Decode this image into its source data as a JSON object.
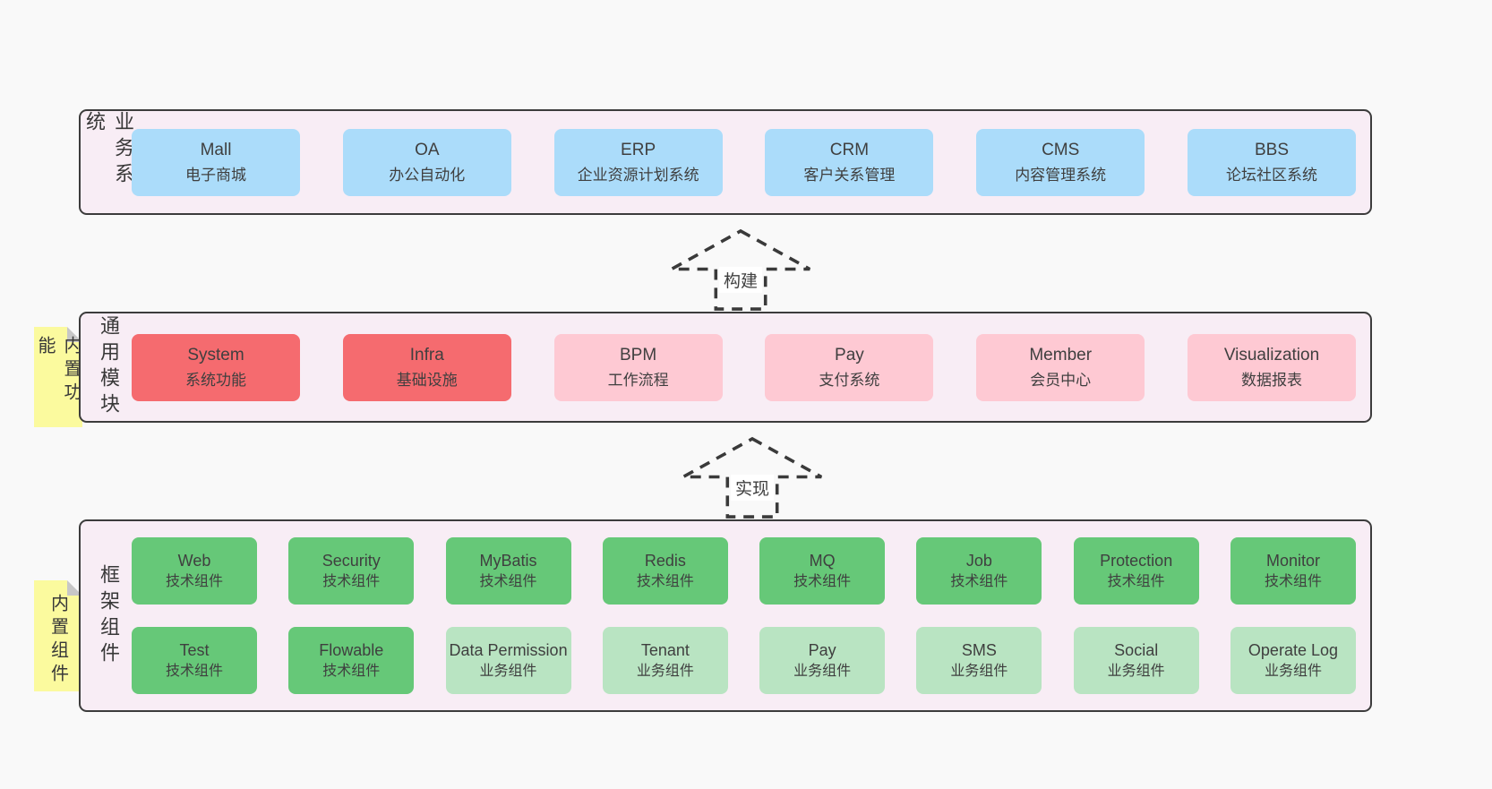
{
  "colors": {
    "page_bg": "#f9f9f9",
    "panel_bg": "#f8edf5",
    "panel_border": "#3c3c3c",
    "box_blue": "#abdcfa",
    "box_red": "#f56b6f",
    "box_pink": "#fec9d3",
    "box_green": "#66c878",
    "box_green_light": "#b9e4c2",
    "sticky_yellow": "#fbfa9e",
    "sticky_fold": "#c7c7c7",
    "text": "#3f3f3f"
  },
  "arrows": [
    {
      "label": "构建"
    },
    {
      "label": "实现"
    }
  ],
  "sections": [
    {
      "label": "业务系统",
      "rows": [
        [
          {
            "title": "Mall",
            "subtitle": "电子商城",
            "variant": "blue"
          },
          {
            "title": "OA",
            "subtitle": "办公自动化",
            "variant": "blue"
          },
          {
            "title": "ERP",
            "subtitle": "企业资源计划系统",
            "variant": "blue"
          },
          {
            "title": "CRM",
            "subtitle": "客户关系管理",
            "variant": "blue"
          },
          {
            "title": "CMS",
            "subtitle": "内容管理系统",
            "variant": "blue"
          },
          {
            "title": "BBS",
            "subtitle": "论坛社区系统",
            "variant": "blue"
          }
        ]
      ]
    },
    {
      "label": "通用模块",
      "sticky": "内置功能",
      "rows": [
        [
          {
            "title": "System",
            "subtitle": "系统功能",
            "variant": "red"
          },
          {
            "title": "Infra",
            "subtitle": "基础设施",
            "variant": "red"
          },
          {
            "title": "BPM",
            "subtitle": "工作流程",
            "variant": "pink"
          },
          {
            "title": "Pay",
            "subtitle": "支付系统",
            "variant": "pink"
          },
          {
            "title": "Member",
            "subtitle": "会员中心",
            "variant": "pink"
          },
          {
            "title": "Visualization",
            "subtitle": "数据报表",
            "variant": "pink"
          }
        ]
      ]
    },
    {
      "label": "框架组件",
      "sticky": "内置组件",
      "rows": [
        [
          {
            "title": "Web",
            "subtitle": "技术组件",
            "variant": "green"
          },
          {
            "title": "Security",
            "subtitle": "技术组件",
            "variant": "green"
          },
          {
            "title": "MyBatis",
            "subtitle": "技术组件",
            "variant": "green"
          },
          {
            "title": "Redis",
            "subtitle": "技术组件",
            "variant": "green"
          },
          {
            "title": "MQ",
            "subtitle": "技术组件",
            "variant": "green"
          },
          {
            "title": "Job",
            "subtitle": "技术组件",
            "variant": "green"
          },
          {
            "title": "Protection",
            "subtitle": "技术组件",
            "variant": "green"
          },
          {
            "title": "Monitor",
            "subtitle": "技术组件",
            "variant": "green"
          }
        ],
        [
          {
            "title": "Test",
            "subtitle": "技术组件",
            "variant": "green"
          },
          {
            "title": "Flowable",
            "subtitle": "技术组件",
            "variant": "green"
          },
          {
            "title": "Data Permission",
            "subtitle": "业务组件",
            "variant": "green-light"
          },
          {
            "title": "Tenant",
            "subtitle": "业务组件",
            "variant": "green-light"
          },
          {
            "title": "Pay",
            "subtitle": "业务组件",
            "variant": "green-light"
          },
          {
            "title": "SMS",
            "subtitle": "业务组件",
            "variant": "green-light"
          },
          {
            "title": "Social",
            "subtitle": "业务组件",
            "variant": "green-light"
          },
          {
            "title": "Operate Log",
            "subtitle": "业务组件",
            "variant": "green-light"
          }
        ]
      ]
    }
  ]
}
